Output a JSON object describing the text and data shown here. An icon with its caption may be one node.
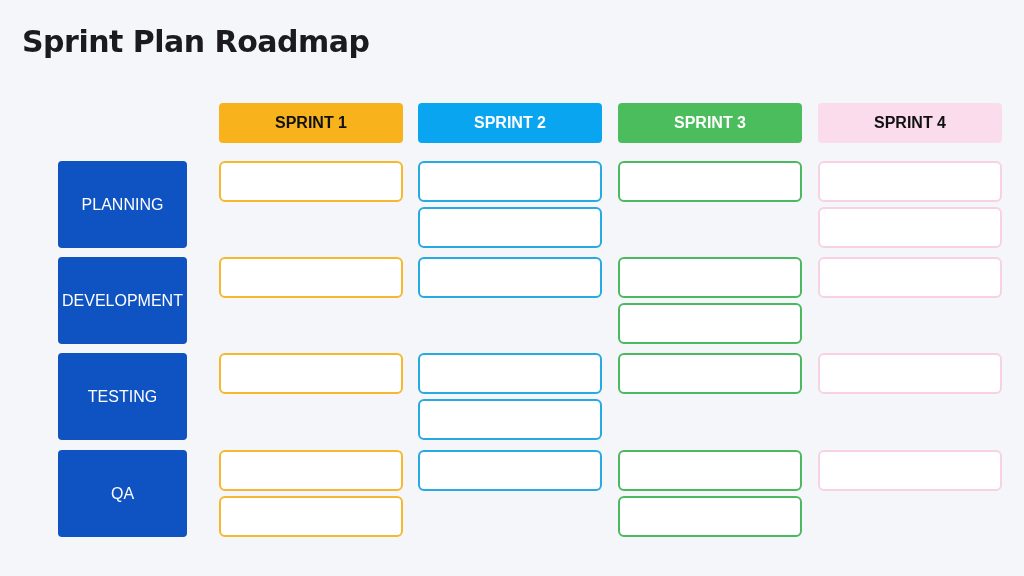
{
  "diagram": {
    "title": "Sprint Plan Roadmap",
    "nodes": [
      {
        "text": [
          "SPRINT 1"
        ]
      },
      {
        "text": [
          "SPRINT 2"
        ]
      },
      {
        "text": [
          "SPRINT 3"
        ]
      },
      {
        "text": [
          "SPRINT 4"
        ]
      },
      {
        "text": [
          "PLANNING"
        ]
      },
      {
        "text": [],
        "shape": "box"
      },
      {
        "text": [],
        "shape": "box"
      },
      {
        "text": [],
        "shape": "box"
      },
      {
        "text": [],
        "shape": "box"
      },
      {
        "text": [],
        "shape": "box"
      },
      {
        "text": [],
        "shape": "box"
      },
      {
        "text": [
          "DEVELOPMENT"
        ]
      },
      {
        "text": [],
        "shape": "box"
      },
      {
        "text": [],
        "shape": "box"
      },
      {
        "text": [],
        "shape": "box"
      },
      {
        "text": [],
        "shape": "box"
      },
      {
        "text": [],
        "shape": "box"
      },
      {
        "text": [
          "TESTING"
        ]
      },
      {
        "text": [],
        "shape": "box"
      },
      {
        "text": [],
        "shape": "box"
      },
      {
        "text": [],
        "shape": "box"
      },
      {
        "text": [],
        "shape": "box"
      },
      {
        "text": [],
        "shape": "box"
      },
      {
        "text": [
          "QA"
        ]
      },
      {
        "text": [],
        "shape": "box"
      },
      {
        "text": [],
        "shape": "box"
      },
      {
        "text": [],
        "shape": "box"
      },
      {
        "text": [],
        "shape": "box"
      },
      {
        "text": [],
        "shape": "box"
      },
      {
        "text": [],
        "shape": "box"
      }
    ]
  }
}
